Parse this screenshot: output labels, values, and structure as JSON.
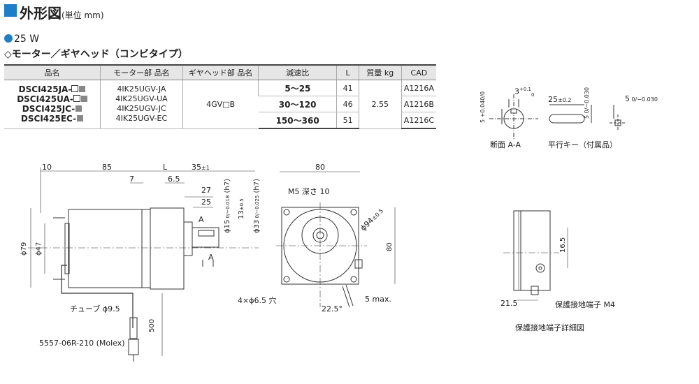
{
  "header": {
    "title": "外形図",
    "unit": "(単位 mm)"
  },
  "power": "25 W",
  "subtitle": "◇モーター／ギヤヘッド（コンビタイプ）",
  "table": {
    "headers": [
      "品名",
      "モーター部 品名",
      "ギヤヘッド部 品名",
      "減速比",
      "L",
      "質量 kg",
      "CAD"
    ],
    "part_names": [
      "DSCI425JA-",
      "DSCI425UA-",
      "DSCI425JC-",
      "DSCI425EC-"
    ],
    "motor_parts": [
      "4IK25UGV-JA",
      "4IK25UGV-UA",
      "4IK25UGV-JC",
      "4IK25UGV-EC"
    ],
    "gearhead": "4GV□B",
    "ratios": [
      "5～25",
      "30～120",
      "150～360"
    ],
    "L": [
      "41",
      "46",
      "51"
    ],
    "mass": "2.55",
    "cad": [
      "A1216A",
      "A1216B",
      "A1216C"
    ]
  },
  "section_aa": {
    "caption": "断面 A-A",
    "dim_width": "3",
    "dim_width_tol": [
      "+0.1",
      "0"
    ],
    "dim_height": "5",
    "dim_height_tol": [
      "+0.040",
      "0"
    ]
  },
  "key": {
    "caption": "平行キー（付属品）",
    "dim_length": "25",
    "dim_length_tol": "±0.2",
    "dim_height": "5",
    "dim_height_tol": [
      "0",
      "−0.030"
    ],
    "dim_width": "5",
    "dim_width_tol": [
      "0",
      "−0.030"
    ]
  },
  "side_view": {
    "dim_10": "10",
    "dim_85": "85",
    "dim_L": "L",
    "dim_35": "35",
    "dim_35_tol": "±1",
    "dim_7": "7",
    "dim_6_5": "6.5",
    "dim_27": "27",
    "dim_25": "25",
    "dia_15": "ϕ15",
    "dia_15_tol": [
      "0",
      "−0.018"
    ],
    "dia_15_fit": "(h7)",
    "dim_13": "13",
    "dim_13_tol": "±0.5",
    "dia_33": "ϕ33",
    "dia_33_tol": [
      "0",
      "−0.025"
    ],
    "dia_33_fit": "(h7)",
    "dia_79": "ϕ79",
    "dia_47": "ϕ47",
    "section_mark": "A",
    "tube": "チューブ ϕ9.5",
    "lead_length": "500",
    "connector": "5557-06R-210 (Molex)"
  },
  "front_view": {
    "dim_80_top": "80",
    "tap": "M5 深さ 10",
    "pcd": "ϕ94",
    "pcd_tol": "±0.5",
    "dim_80_right": "80",
    "holes": "4×ϕ6.5 穴",
    "angle": "22.5°",
    "max": "5 max."
  },
  "ground_detail": {
    "dim_16_5": "16.5",
    "dim_21_5": "21.5",
    "terminal": "保護接地端子 M4",
    "caption": "保護接地端子詳細図"
  }
}
